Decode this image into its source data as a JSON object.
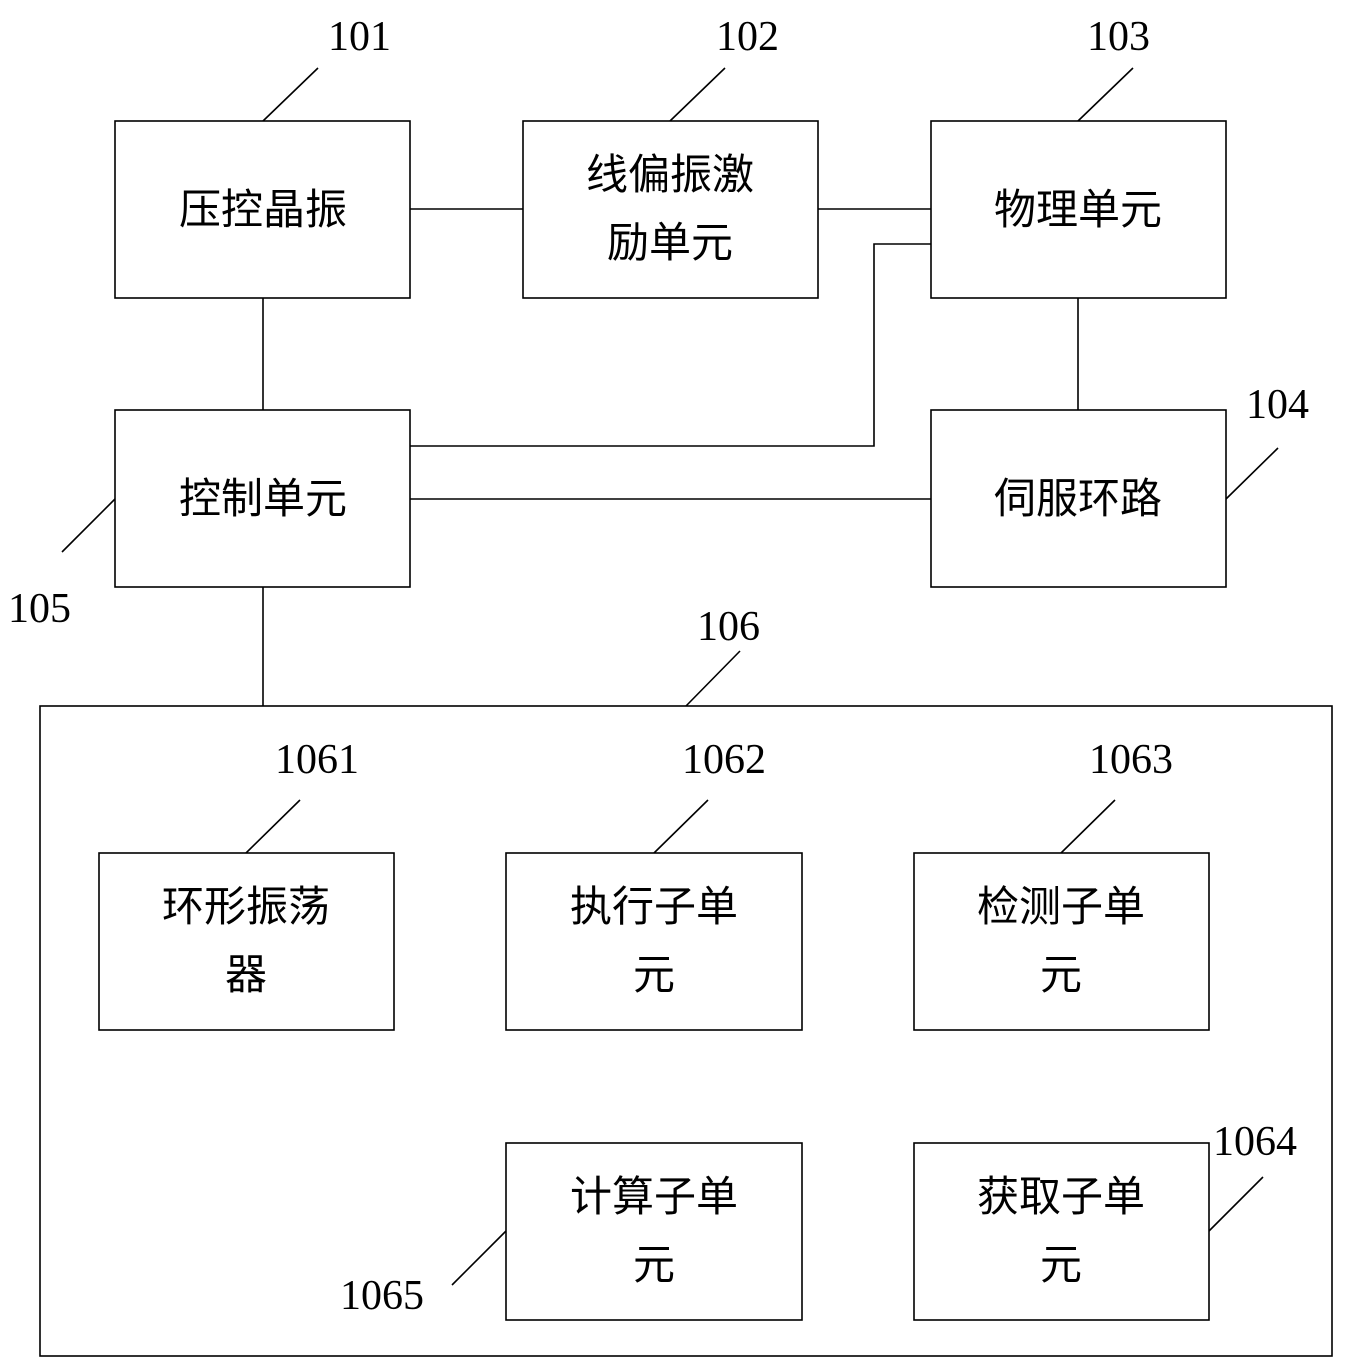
{
  "blocks": {
    "vcxo": {
      "ref": "101",
      "lines": [
        "压控晶振"
      ]
    },
    "excitation": {
      "ref": "102",
      "lines": [
        "线偏振激",
        "励单元"
      ]
    },
    "physics": {
      "ref": "103",
      "lines": [
        "物理单元"
      ]
    },
    "servo": {
      "ref": "104",
      "lines": [
        "伺服环路"
      ]
    },
    "control": {
      "ref": "105",
      "lines": [
        "控制单元"
      ]
    },
    "module": {
      "ref": "106"
    },
    "ring_osc": {
      "ref": "1061",
      "lines": [
        "环形振荡",
        "器"
      ]
    },
    "exec_sub": {
      "ref": "1062",
      "lines": [
        "执行子单",
        "元"
      ]
    },
    "detect_sub": {
      "ref": "1063",
      "lines": [
        "检测子单",
        "元"
      ]
    },
    "acquire_sub": {
      "ref": "1064",
      "lines": [
        "获取子单",
        "元"
      ]
    },
    "compute_sub": {
      "ref": "1065",
      "lines": [
        "计算子单",
        "元"
      ]
    }
  }
}
